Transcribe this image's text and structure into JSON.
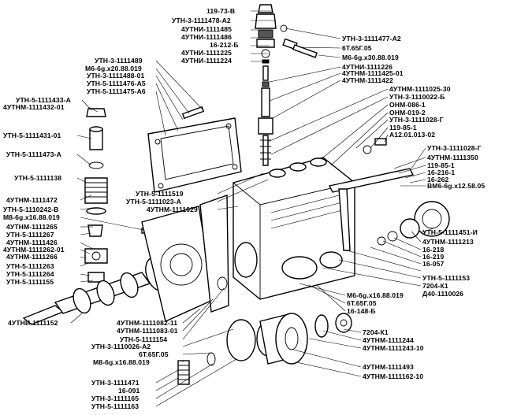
{
  "labels_right_top": [
    "119-73-В",
    "УТН-3-1111478-А2",
    "4УТНИ-1111485",
    "4УТНИ-1111486",
    "16-212-Б",
    "4УТНИ-1111225",
    "4УТНИ-1111224"
  ],
  "labels_right_block1": [
    "УТН-3-1111477-А2",
    "6Т.65Г.05",
    "М6-6g.х30.88.019",
    "4УТНИ-1111226",
    "4УТНМ-1111425-01",
    "4УТНМ-1111422"
  ],
  "labels_right_block2": [
    "4УТНМ-1111025-30",
    "УТН-3-1110022-Б",
    "ОНМ-086-1",
    "ОНМ-019-2",
    "УТН-3-1111028-Г",
    "119-85-1",
    "А12.01.013-02"
  ],
  "labels_right_block3": [
    "УТН-3-1111028-Г",
    "4УТНМ-1111350",
    "119-85-1",
    "16-216-1",
    "16-262",
    "ВМ6-6g.х12.58.05"
  ],
  "labels_right_block4": [
    "УТН-5-1111451-И",
    "4УТНМ-1111213",
    "16-218",
    "16-219",
    "16-057",
    "УТН-5-1111153",
    "7204-К1",
    "Д40-1110026"
  ],
  "labels_right_bottom": [
    "М6-6g.х16.88.019",
    "6Т.65Г.05",
    "16-148-Б"
  ],
  "labels_bottom_right": [
    "7204-К1",
    "4УТНМ-1111244",
    "4УТНМ-1111243-10",
    "4УТНМ-1111493",
    "4УТНМ-1111162-10"
  ],
  "labels_left_top": [
    "УТН-3-1111489",
    "М6-6g.х20.88.019",
    "УТН-3-1111488-01",
    "УТН-5-1111476-А5",
    "УТН-5-1111475-А6"
  ],
  "labels_left_a": [
    "УТН-5-1111433-А",
    "4УТНМ-1111432-01"
  ],
  "labels_left_b": [
    "УТН-5-1111431-01",
    "УТН-5-1111473-А",
    "УТН-5-1111138"
  ],
  "labels_center": [
    "УТН-5-1111519",
    "УТН-5-1111023-А",
    "4УТНМ-1111029"
  ],
  "labels_left_c": [
    "4УТНМ-1111472",
    "УТН-5-1110242-В",
    "М8-6g.х16.88.019",
    "4УТНМ-1111265",
    "УТН-5-1111267",
    "4УТНМ-1111426",
    "4УТНМ-1111262-01",
    "4УТНМ-1111266",
    "УТН-5-1111263",
    "УТН-5-1111264",
    "УТН-5-1111155"
  ],
  "label_shaft": "4УТНИ-1111152",
  "labels_bottom_center": [
    "4УТНМ-1111082-11",
    "4УТНМ-1111083-01",
    "УТН-5-1111154",
    "УТН-3-1110026-А2",
    "6Т.65Г.05",
    "М8-6g.х16.88.019"
  ],
  "labels_bottom_left": [
    "УТН-3-1111471",
    "16-091",
    "УТН-3-1111165",
    "УТН-5-1111163"
  ]
}
